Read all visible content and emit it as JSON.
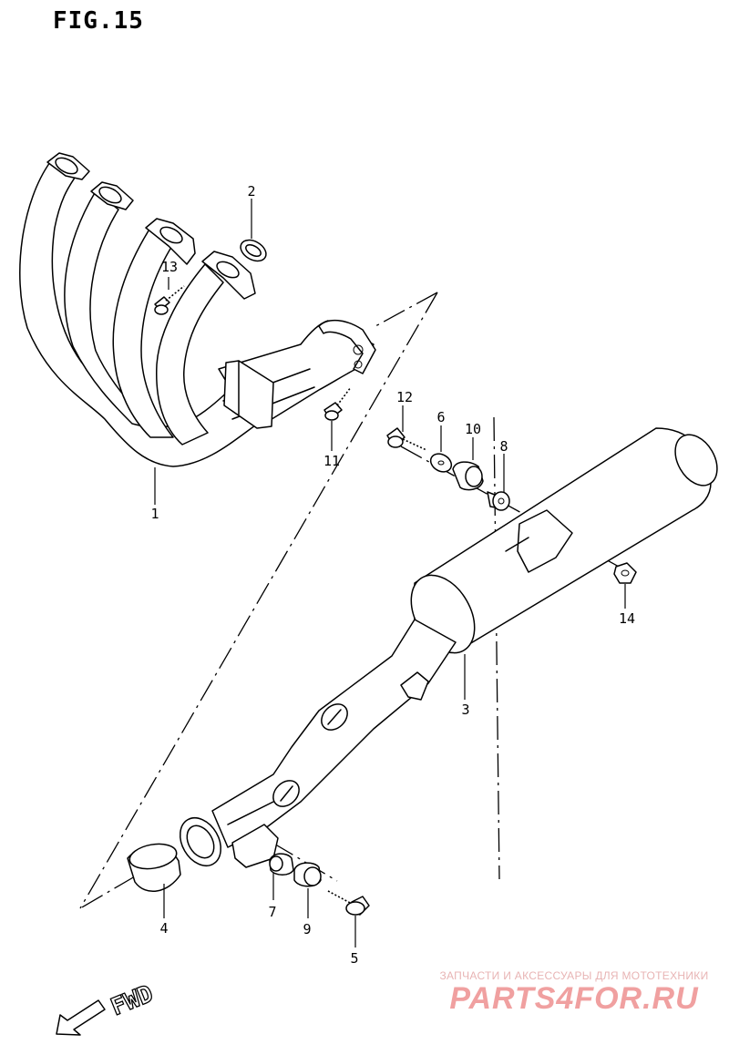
{
  "figure": {
    "title": "FIG.15"
  },
  "callouts": [
    {
      "id": "1",
      "label": "1"
    },
    {
      "id": "2",
      "label": "2"
    },
    {
      "id": "3",
      "label": "3"
    },
    {
      "id": "4",
      "label": "4"
    },
    {
      "id": "5",
      "label": "5"
    },
    {
      "id": "6",
      "label": "6"
    },
    {
      "id": "7",
      "label": "7"
    },
    {
      "id": "8",
      "label": "8"
    },
    {
      "id": "9",
      "label": "9"
    },
    {
      "id": "10",
      "label": "10"
    },
    {
      "id": "11",
      "label": "11"
    },
    {
      "id": "12",
      "label": "12"
    },
    {
      "id": "13",
      "label": "13"
    },
    {
      "id": "14",
      "label": "14"
    }
  ],
  "direction": {
    "label": "FWD",
    "icon": "fwd-arrow-icon"
  },
  "watermark": {
    "tagline": "ЗАПЧАСТИ И АКСЕССУАРЫ ДЛЯ МОТОТЕХНИКИ",
    "brand": "PARTS4FOR.RU",
    "color": "#f0a0a0"
  }
}
